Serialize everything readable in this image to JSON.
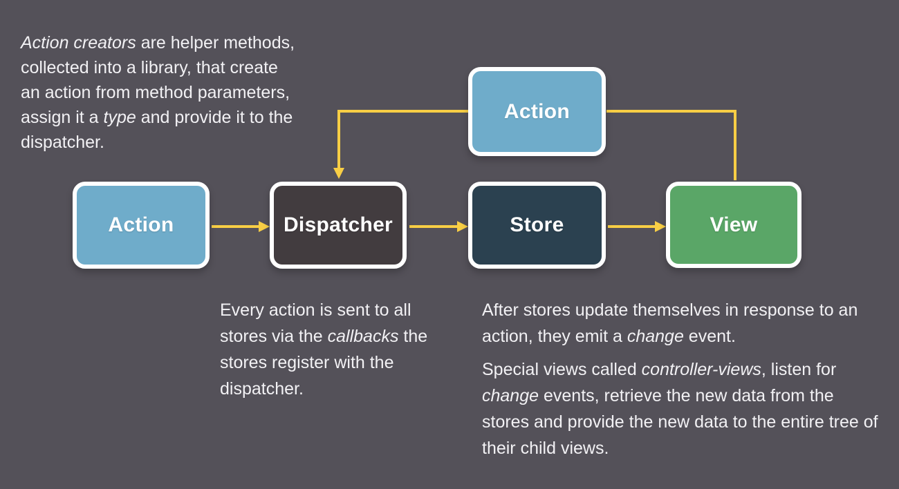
{
  "colors": {
    "background": "#545159",
    "box_action": "#6FACCA",
    "box_dispatcher": "#423C3F",
    "box_store": "#2B4150",
    "box_view": "#5AA667",
    "box_border": "#FFFFFF",
    "box_label_text": "#FFFFFF",
    "arrow": "#F8CE45",
    "note_text": "#F2F1F4"
  },
  "boxes": {
    "action_top": {
      "label": "Action"
    },
    "action_left": {
      "label": "Action"
    },
    "dispatcher": {
      "label": "Dispatcher"
    },
    "store": {
      "label": "Store"
    },
    "view": {
      "label": "View"
    }
  },
  "flow_edges": [
    {
      "from": "Action",
      "to": "Dispatcher",
      "arrowhead": true
    },
    {
      "from": "Dispatcher",
      "to": "Store",
      "arrowhead": true
    },
    {
      "from": "Store",
      "to": "View",
      "arrowhead": true
    },
    {
      "from": "View",
      "to": "Action",
      "arrowhead": false
    },
    {
      "from": "Action",
      "to": "Dispatcher",
      "arrowhead": true
    }
  ],
  "notes": {
    "action_creators": [
      {
        "text": "Action creators",
        "italic": true
      },
      {
        "text": " are helper methods, collected into a library, that create an action from method parameters, assign it a ",
        "italic": false
      },
      {
        "text": "type",
        "italic": true
      },
      {
        "text": " and provide it to the dispatcher.",
        "italic": false
      }
    ],
    "dispatcher_note": [
      {
        "text": "Every action is sent to all stores via the ",
        "italic": false
      },
      {
        "text": "callbacks",
        "italic": true
      },
      {
        "text": " the stores register with the dispatcher.",
        "italic": false
      }
    ],
    "store_note": [
      {
        "text": "After stores update themselves in response to an action, they emit a ",
        "italic": false
      },
      {
        "text": "change",
        "italic": true
      },
      {
        "text": " event.",
        "italic": false
      }
    ],
    "view_note": [
      {
        "text": "Special views called ",
        "italic": false
      },
      {
        "text": "controller-views",
        "italic": true
      },
      {
        "text": ", listen for ",
        "italic": false
      },
      {
        "text": "change",
        "italic": true
      },
      {
        "text": " events, retrieve the new data from the stores and provide the new data to the entire tree of their child views.",
        "italic": false
      }
    ]
  }
}
